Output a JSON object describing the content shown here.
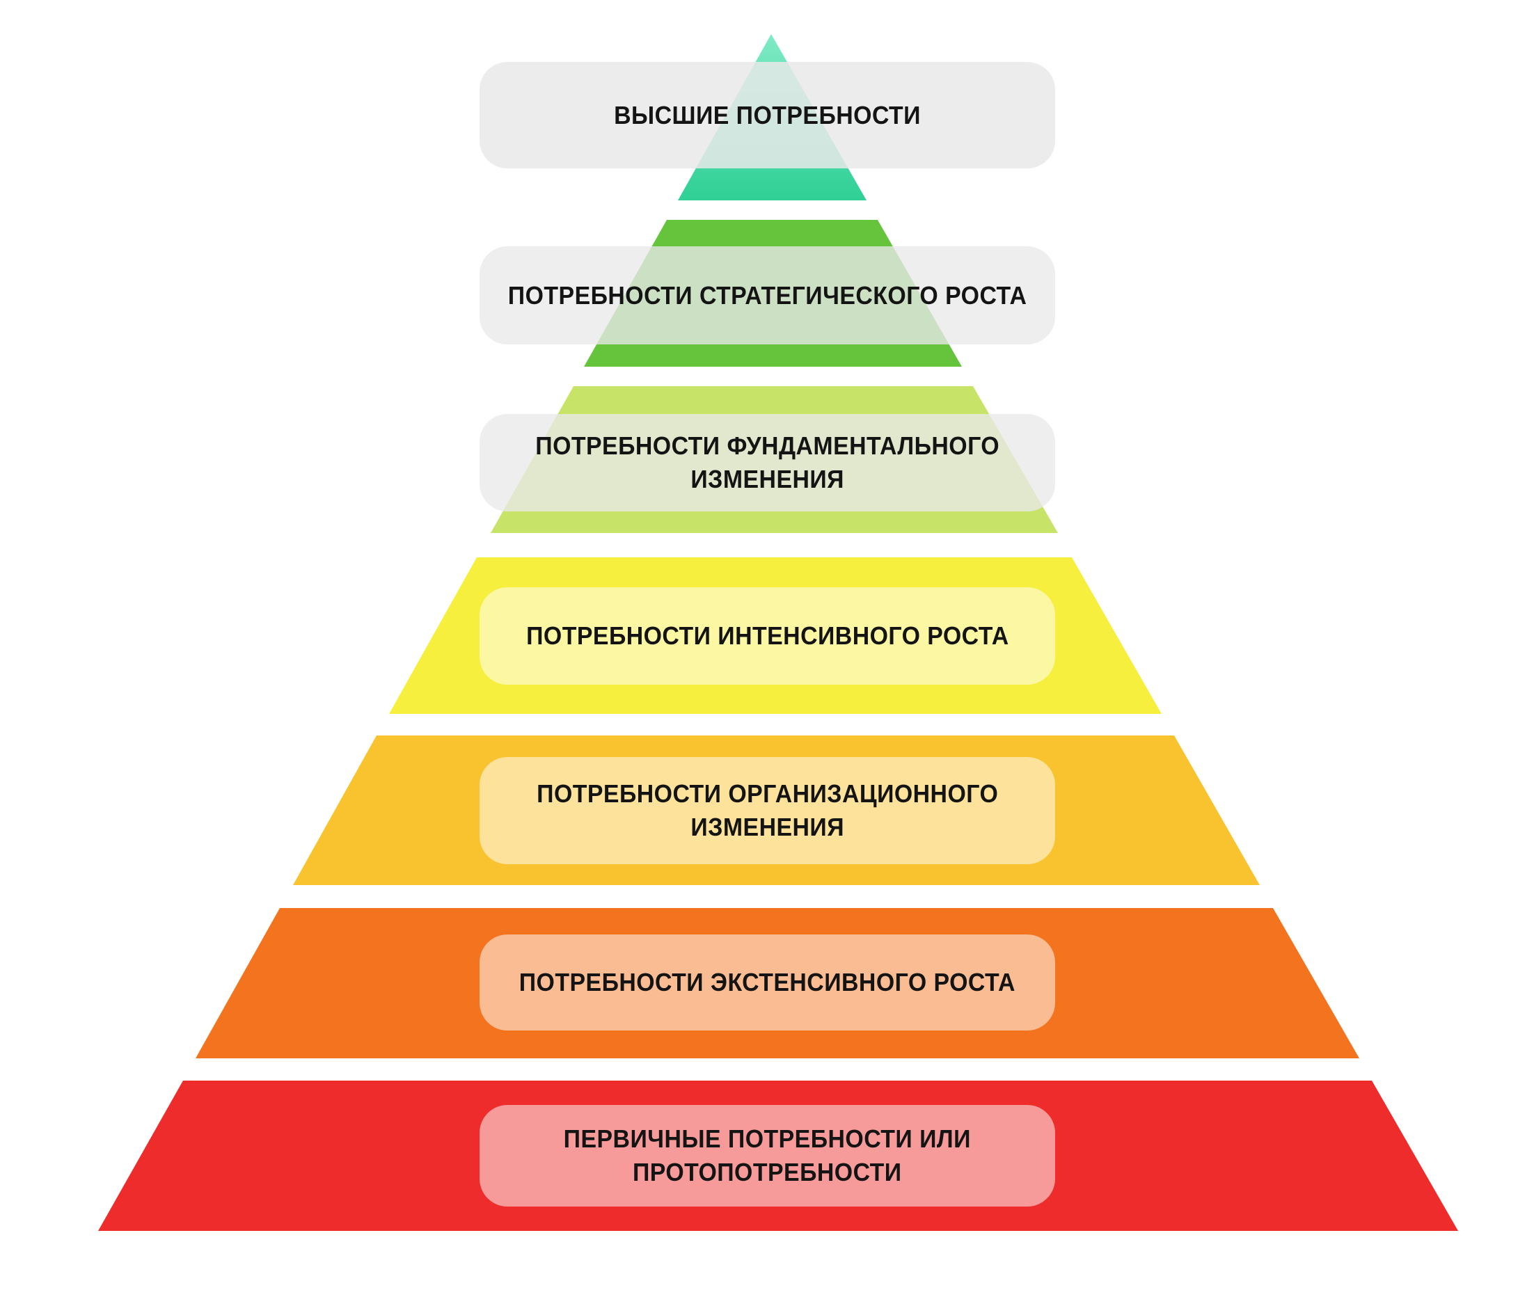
{
  "background_color": "#ffffff",
  "text_color": "#141414",
  "pyramid": {
    "type": "hierarchy-pyramid",
    "level_count": 7,
    "order": "top-to-bottom"
  },
  "levels": [
    {
      "rank": 1,
      "label_lines": [
        "ВЫСШИЕ ПОТРЕБНОСТИ"
      ],
      "color": "#3fd6a0",
      "gradient_top": "#7feac5",
      "gradient_bottom": "#2fd096",
      "pill_color": "rgba(233,233,233,0.85)"
    },
    {
      "rank": 2,
      "label_lines": [
        "ПОТРЕБНОСТИ СТРАТЕГИЧЕСКОГО РОСТА"
      ],
      "color": "#66c43c",
      "pill_color": "rgba(233,233,233,0.78)"
    },
    {
      "rank": 3,
      "label_lines": [
        "ПОТРЕБНОСТИ ФУНДАМЕНТАЛЬНОГО",
        "ИЗМЕНЕНИЯ"
      ],
      "color": "#c8e468",
      "pill_color": "rgba(233,233,233,0.78)"
    },
    {
      "rank": 4,
      "label_lines": [
        "ПОТРЕБНОСТИ ИНТЕНСИВНОГО РОСТА"
      ],
      "color": "#f6ef3d",
      "pill_color": "rgba(255,255,255,0.52)"
    },
    {
      "rank": 5,
      "label_lines": [
        "ПОТРЕБНОСТИ ОРГАНИЗАЦИОННОГО",
        "ИЗМЕНЕНИЯ"
      ],
      "color": "#f9c32f",
      "pill_color": "rgba(255,255,255,0.52)"
    },
    {
      "rank": 6,
      "label_lines": [
        "ПОТРЕБНОСТИ ЭКСТЕНСИВНОГО РОСТА"
      ],
      "color": "#f3731e",
      "pill_color": "rgba(255,255,255,0.52)"
    },
    {
      "rank": 7,
      "label_lines": [
        "ПЕРВИЧНЫЕ ПОТРЕБНОСТИ ИЛИ",
        "ПРОТОПОТРЕБНОСТИ"
      ],
      "color": "#ee2c2c",
      "pill_color": "rgba(255,255,255,0.52)"
    }
  ]
}
